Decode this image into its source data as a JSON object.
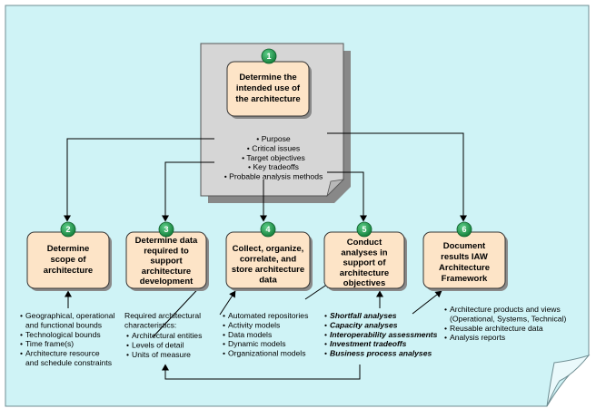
{
  "steps": [
    {
      "number": "1",
      "lines": [
        "Determine the",
        "intended use of",
        "the architecture"
      ]
    },
    {
      "number": "2",
      "lines": [
        "Determine",
        "scope of",
        "architecture"
      ]
    },
    {
      "number": "3",
      "lines": [
        "Determine data",
        "required to",
        "support",
        "architecture",
        "development"
      ]
    },
    {
      "number": "4",
      "lines": [
        "Collect, organize,",
        "correlate, and",
        "store architecture",
        "data"
      ]
    },
    {
      "number": "5",
      "lines": [
        "Conduct",
        "analyses in",
        "support of",
        "architecture",
        "objectives"
      ]
    },
    {
      "number": "6",
      "lines": [
        "Document",
        "results IAW",
        "Architecture",
        "Framework"
      ]
    }
  ],
  "step1_items": [
    "Purpose",
    "Critical issues",
    "Target objectives",
    "Key tradeoffs",
    "Probable analysis methods"
  ],
  "step2_items": [
    "Geographical, operational",
    "and functional bounds",
    "Technological bounds",
    "Time frame(s)",
    "Architecture resource",
    "and schedule constraints"
  ],
  "step3_intro": [
    "Required architectural",
    "characteristics:"
  ],
  "step3_items": [
    "Architectural entities",
    "Levels of detail",
    "Units of measure"
  ],
  "step4_items": [
    "Automated repositories",
    "Activity models",
    "Data models",
    "Dynamic models",
    "Organizational models"
  ],
  "step5_items": [
    "Shortfall analyses",
    "Capacity analyses",
    "Interoperability assessments",
    "Investment tradeoffs",
    "Business process analyses"
  ],
  "step6_items": [
    "Architecture products and views",
    "(Operational, Systems, Technical)",
    "Reusable architecture data",
    "Analysis reports"
  ],
  "colors": {
    "background": "#cff3f6",
    "box_fill": "#fde4c7",
    "note_fill": "#d6d6d6",
    "badge": "#1f9b4a"
  }
}
